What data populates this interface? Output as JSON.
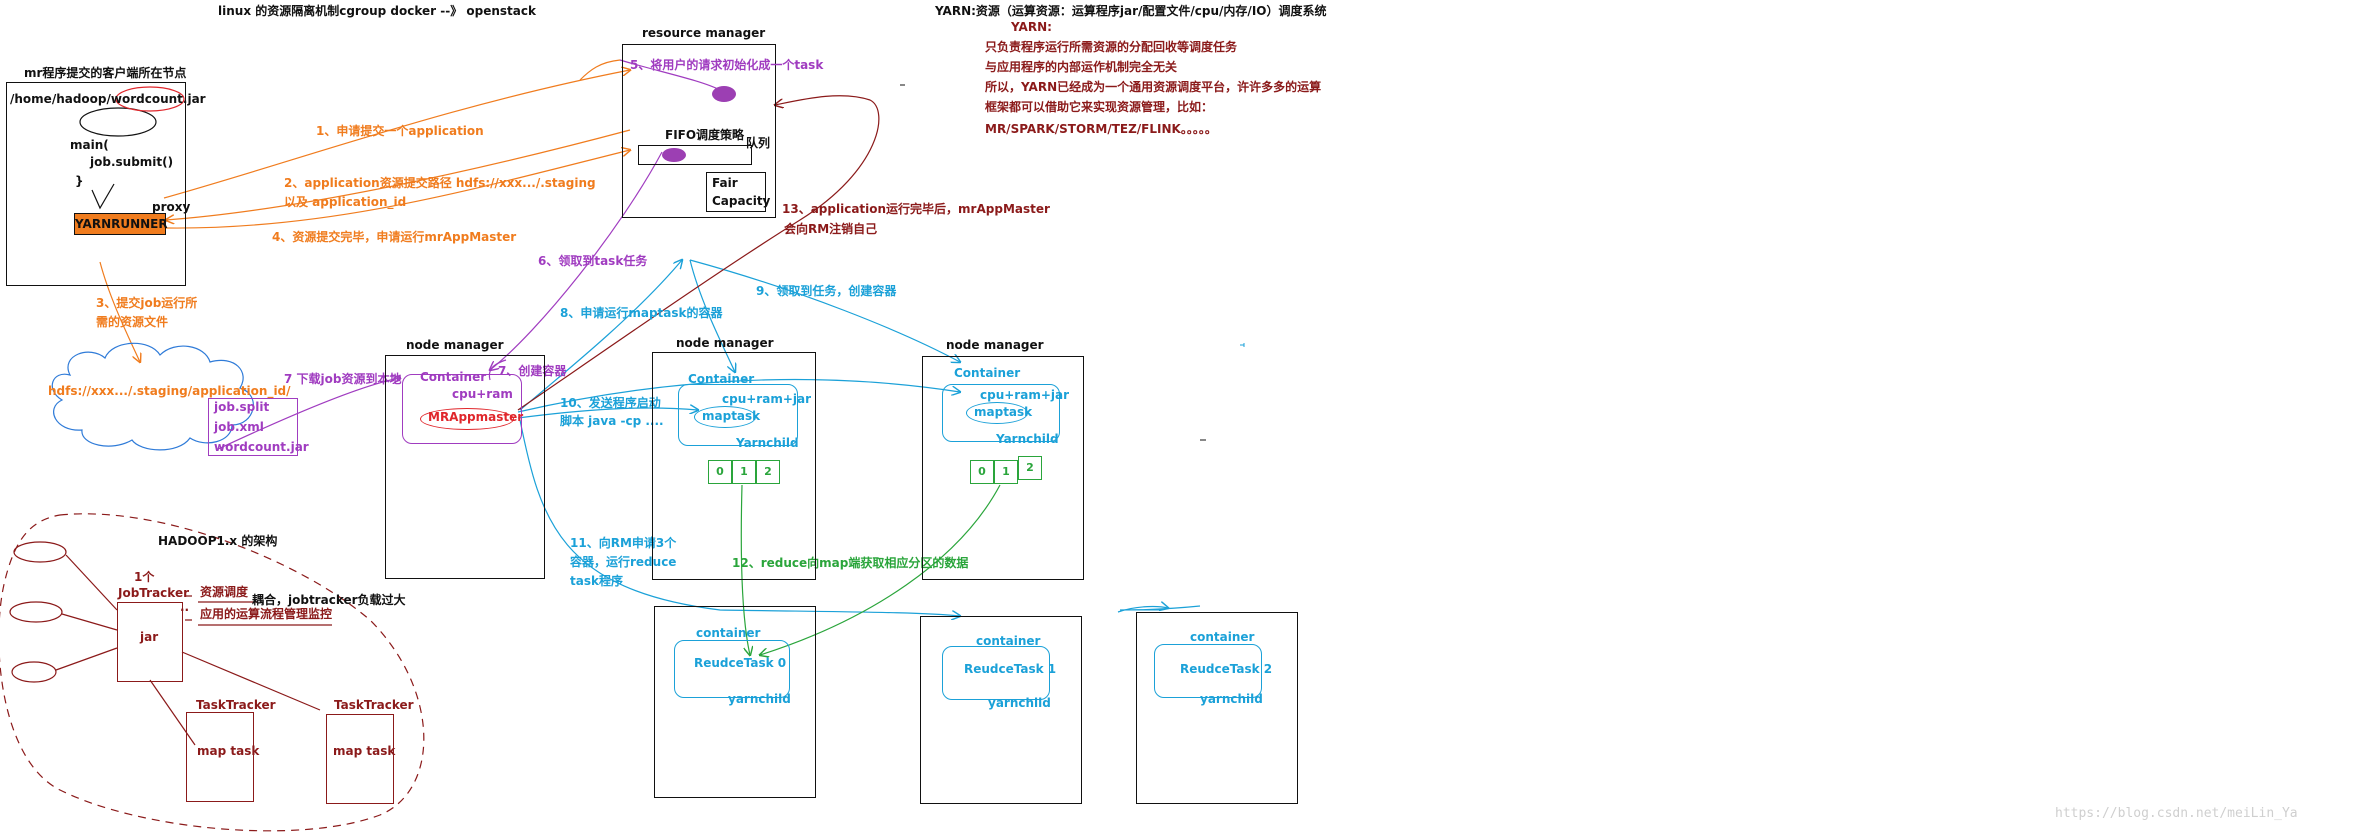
{
  "top": {
    "linux": "linux 的资源隔离机制cgroup      docker  --》   openstack",
    "yarn_title": "YARN:资源（运算资源：运算程序jar/配置文件/cpu/内存/IO）调度系统"
  },
  "yarn_desc": {
    "l1": "YARN:",
    "l2": "只负责程序运行所需资源的分配回收等调度任务",
    "l3": "与应用程序的内部运作机制完全无关",
    "l4": "所以，YARN已经成为一个通用资源调度平台，许许多多的运算",
    "l5": "框架都可以借助它来实现资源管理，比如：",
    "l6": "MR/SPARK/STORM/TEZ/FLINK。。。。。"
  },
  "client": {
    "title": "mr程序提交的客户端所在节点",
    "path": "/home/hadoop/wordcount.jar",
    "main": "main(",
    "submit": "job.submit()",
    "brace": "}",
    "proxy": "proxy",
    "runner": "YARNRUNNER"
  },
  "rm": {
    "title": "resource manager",
    "fifo": "FIFO调度策略",
    "queue": "队列",
    "fair": "Fair",
    "capacity": "Capacity"
  },
  "steps": {
    "s1": "1、申请提交一个application",
    "s2": "2、application资源提交路径 hdfs://xxx.../.staging",
    "s2b": "以及 application_id",
    "s3": "3、提交job运行所",
    "s3b": "需的资源文件",
    "s4": "4、资源提交完毕，申请运行mrAppMaster",
    "s5": "5、将用户的请求初始化成一个task",
    "s6": "6、领取到task任务",
    "s7": "7、创建容器",
    "s7b": "7  下载job资源到本地",
    "s8": "8、申请运行maptask的容器",
    "s9": "9、领取到任务，创建容器",
    "s10": "10、发送程序启动",
    "s10b": "脚本 java -cp ....",
    "s11": "11、向RM申请3个",
    "s11b": "容器，运行reduce",
    "s11c": "task程序",
    "s12": "12、reduce向map端获取相应分区的数据",
    "s13": "13、application运行完毕后，mrAppMaster",
    "s13b": "会向RM注销自己"
  },
  "hdfs": {
    "path": "hdfs://xxx.../.staging/application_id/",
    "f1": "job.split",
    "f2": "job.xml",
    "f3": "wordcount.jar"
  },
  "nm1": {
    "title": "node manager",
    "container": "Container",
    "cpu": "cpu+ram",
    "appmaster": "MRAppmaster"
  },
  "nm2": {
    "title": "node manager",
    "container": "Container",
    "cpu": "cpu+ram+jar",
    "maptask": "maptask",
    "yarnchild": "Yarnchild",
    "p0": "0",
    "p1": "1",
    "p2": "2"
  },
  "nm3": {
    "title": "node manager",
    "container": "Container",
    "cpu": "cpu+ram+jar",
    "maptask": "maptask",
    "yarnchild": "Yarnchild",
    "p0": "0",
    "p1": "1",
    "p2": "2"
  },
  "reduces": [
    {
      "container": "container",
      "task": "ReudceTask   0",
      "child": "yarnchild"
    },
    {
      "container": "container",
      "task": "ReudceTask   1",
      "child": "yarnchild"
    },
    {
      "container": "container",
      "task": "ReudceTask   2",
      "child": "yarnchild"
    }
  ],
  "hadoop1": {
    "title": "HADOOP1.x 的架构",
    "count": "1个",
    "jobtracker": "JobTracker",
    "jar": "jar",
    "dots": "..",
    "sched1": "资源调度",
    "coupling": "耦合，jobtracker负载过大",
    "sched2": "应用的运算流程管理监控",
    "tt1": "TaskTracker",
    "tt2": "TaskTracker",
    "map1": "map task",
    "map2": "map task"
  },
  "watermark": "https://blog.csdn.net/meiLin_Ya"
}
